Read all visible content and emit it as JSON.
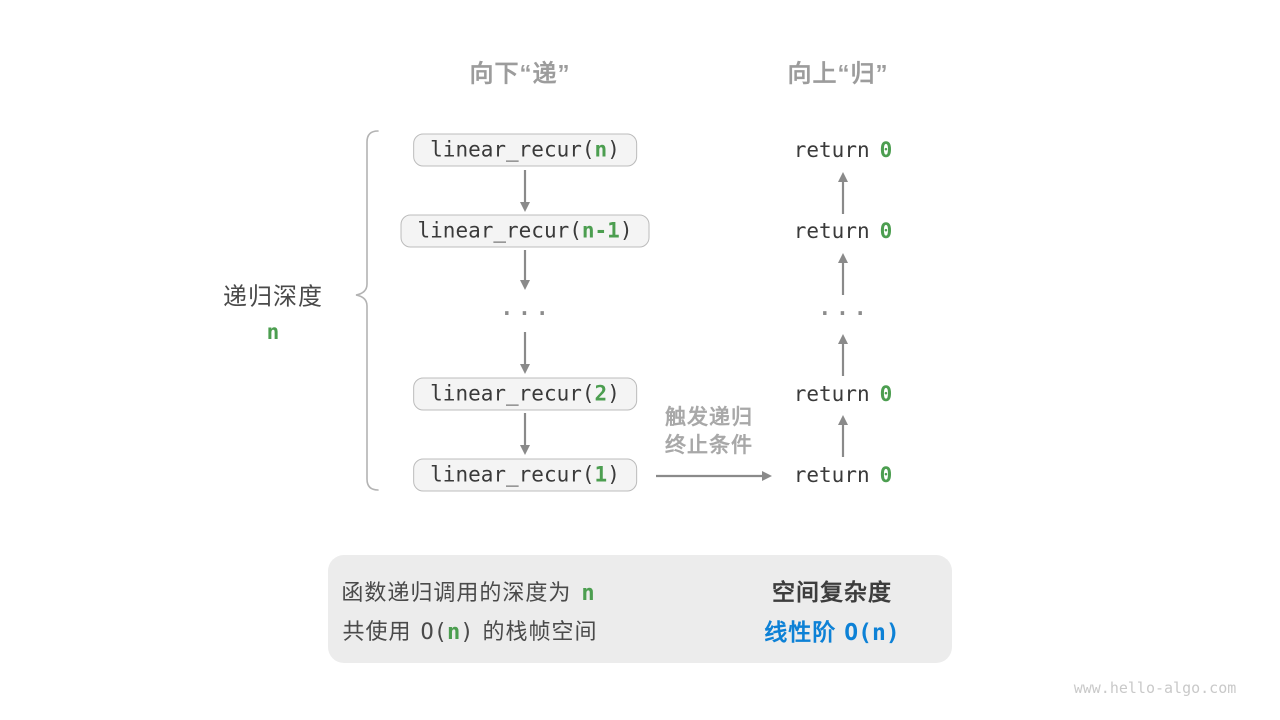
{
  "colors": {
    "accent_green": "#4c9e50",
    "accent_blue": "#0d81d6",
    "muted_gray": "#9c9c9c",
    "arrow_gray": "#8a8a8a",
    "box_fill": "#f4f4f4",
    "box_border": "#bcbcbc",
    "summary_fill": "#ececec",
    "text_dark": "#3a3a3a",
    "label_dark": "#4a4a4a",
    "trigger_gray": "#a8a8a8",
    "brace_gray": "#b3b3b3",
    "fat_arrow_gray": "#c3c3c3",
    "watermark_gray": "#c9c9c9"
  },
  "headers": {
    "descend": "向下“递”",
    "ascend": "向上“归”"
  },
  "depth_label": {
    "text": "递归深度",
    "var": "n"
  },
  "call_stack": {
    "frames": [
      {
        "prefix": "linear_recur(",
        "arg": "n",
        "suffix": ")"
      },
      {
        "prefix": "linear_recur(",
        "arg": "n-1",
        "suffix": ")"
      },
      {
        "prefix": "linear_recur(",
        "arg": "2",
        "suffix": ")"
      },
      {
        "prefix": "linear_recur(",
        "arg": "1",
        "suffix": ")"
      }
    ],
    "ellipsis": "..."
  },
  "returns": {
    "items": [
      {
        "keyword": "return",
        "value": "0"
      },
      {
        "keyword": "return",
        "value": "0"
      },
      {
        "keyword": "return",
        "value": "0"
      },
      {
        "keyword": "return",
        "value": "0"
      }
    ],
    "ellipsis": "..."
  },
  "trigger_label": {
    "line1": "触发递归",
    "line2": "终止条件"
  },
  "summary": {
    "line1": {
      "text": "函数递归调用的深度为",
      "var": "n"
    },
    "line2": {
      "prefix": "共使用",
      "big_o_open": "O(",
      "var": "n",
      "big_o_close": ")",
      "suffix": "的栈帧空间"
    },
    "result_title": "空间复杂度",
    "result": {
      "prefix": "线性阶",
      "big_o": "O(n)"
    }
  },
  "watermark": "www.hello-algo.com"
}
